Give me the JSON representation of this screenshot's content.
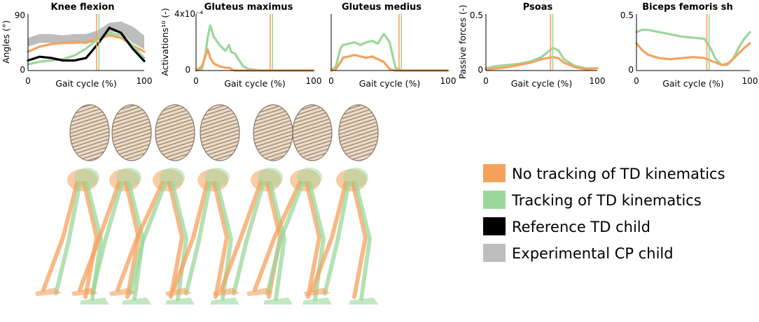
{
  "colors": {
    "no_tracking": "#F5A25D",
    "tracking": "#9BD79B",
    "reference": "#000000",
    "experimental": "#BDBDBD",
    "bone_outline": "#7A6A55"
  },
  "legend": [
    {
      "label": "No tracking of TD kinematics",
      "color": "#F5A25D"
    },
    {
      "label": "Tracking of TD kinematics",
      "color": "#9BD79B"
    },
    {
      "label": "Reference TD child",
      "color": "#000000"
    },
    {
      "label": "Experimental CP child",
      "color": "#BDBDBD"
    }
  ],
  "chart_data": [
    {
      "type": "line",
      "title": "Knee flexion",
      "xlabel": "Gait cycle (%)",
      "ylabel": "Angles (°)",
      "xlim": [
        0,
        100
      ],
      "ylim": [
        0,
        90
      ],
      "xticks": [
        "0",
        "100"
      ],
      "yticks": [
        "0",
        "90"
      ],
      "x": [
        0,
        10,
        20,
        30,
        40,
        50,
        60,
        70,
        80,
        90,
        100
      ],
      "series": [
        {
          "key": "no_tracking",
          "values": [
            30,
            38,
            42,
            44,
            46,
            44,
            50,
            56,
            52,
            40,
            30
          ]
        },
        {
          "key": "tracking",
          "values": [
            10,
            14,
            16,
            18,
            24,
            35,
            50,
            60,
            56,
            40,
            20
          ]
        },
        {
          "key": "reference",
          "values": [
            16,
            22,
            20,
            16,
            16,
            20,
            42,
            68,
            60,
            35,
            15
          ]
        }
      ],
      "band": {
        "key": "experimental",
        "upper": [
          52,
          58,
          58,
          56,
          58,
          58,
          64,
          76,
          78,
          70,
          56
        ],
        "lower": [
          38,
          44,
          44,
          42,
          42,
          44,
          52,
          62,
          60,
          44,
          34
        ]
      },
      "event_lines": {
        "no_tracking": 59,
        "tracking": 61
      }
    },
    {
      "type": "line",
      "title": "Gluteus maximus",
      "xlabel": "Gait cycle (%)",
      "ylabel": "Activations¹⁰ (-)",
      "y_multiplier": "4x10⁻⁴",
      "xlim": [
        0,
        100
      ],
      "ylim": [
        0,
        4
      ],
      "xticks": [
        "0",
        "100"
      ],
      "yticks": [
        "0",
        "4x10⁻⁴"
      ],
      "x": [
        0,
        5,
        8,
        10,
        12,
        15,
        20,
        25,
        28,
        30,
        33,
        36,
        40,
        45,
        55,
        100
      ],
      "series": [
        {
          "key": "tracking",
          "values": [
            0,
            0.1,
            1.2,
            2.4,
            3.2,
            2.4,
            1.8,
            1.4,
            1.8,
            1.3,
            1.2,
            0.8,
            0.3,
            0.1,
            0,
            0
          ]
        },
        {
          "key": "no_tracking",
          "values": [
            0,
            0.3,
            1.0,
            1.5,
            0.9,
            0.5,
            0.3,
            0.2,
            0.2,
            0.1,
            0,
            0,
            0,
            0,
            0,
            0
          ]
        }
      ],
      "event_lines": {
        "no_tracking": 63,
        "tracking": 65
      }
    },
    {
      "type": "line",
      "title": "Gluteus medius",
      "xlabel": "Gait cycle (%)",
      "ylabel": "",
      "xlim": [
        0,
        100
      ],
      "ylim": [
        0,
        4
      ],
      "xticks": [
        "0",
        "100"
      ],
      "yticks": [],
      "x": [
        0,
        4,
        8,
        10,
        15,
        20,
        25,
        30,
        35,
        40,
        45,
        50,
        55,
        60,
        100
      ],
      "series": [
        {
          "key": "tracking",
          "values": [
            0,
            0.3,
            1.6,
            1.8,
            1.9,
            2.0,
            1.8,
            2.0,
            2.1,
            1.9,
            2.6,
            2.0,
            0.2,
            0,
            0
          ]
        },
        {
          "key": "no_tracking",
          "values": [
            0,
            0.1,
            0.6,
            0.9,
            1.0,
            1.1,
            1.0,
            0.9,
            1.0,
            0.8,
            0.6,
            0.1,
            0,
            0,
            0
          ]
        }
      ],
      "event_lines": {
        "no_tracking": 58,
        "tracking": 60
      }
    },
    {
      "type": "line",
      "title": "Psoas",
      "xlabel": "Gait cycle (%)",
      "ylabel": "Passive forces (-)",
      "xlim": [
        0,
        100
      ],
      "ylim": [
        0,
        0.5
      ],
      "xticks": [
        "0",
        "100"
      ],
      "yticks": [
        "0",
        "0.5"
      ],
      "x": [
        0,
        10,
        20,
        30,
        40,
        50,
        55,
        60,
        65,
        70,
        80,
        90,
        100
      ],
      "series": [
        {
          "key": "tracking",
          "values": [
            0.02,
            0.04,
            0.05,
            0.06,
            0.08,
            0.12,
            0.16,
            0.2,
            0.18,
            0.1,
            0.04,
            0.02,
            0.02
          ]
        },
        {
          "key": "no_tracking",
          "values": [
            0.01,
            0.02,
            0.03,
            0.05,
            0.07,
            0.1,
            0.11,
            0.12,
            0.11,
            0.07,
            0.03,
            0.01,
            0.02
          ]
        }
      ],
      "event_lines": {
        "no_tracking": 58,
        "tracking": 60
      }
    },
    {
      "type": "line",
      "title": "Biceps femoris sh",
      "xlabel": "Gait cycle (%)",
      "ylabel": "",
      "xlim": [
        0,
        100
      ],
      "ylim": [
        0,
        0.5
      ],
      "xticks": [
        "0",
        "100"
      ],
      "yticks": [
        "0",
        "0.5"
      ],
      "x": [
        0,
        5,
        10,
        20,
        30,
        40,
        50,
        60,
        65,
        70,
        75,
        80,
        85,
        90,
        95,
        100
      ],
      "series": [
        {
          "key": "tracking",
          "values": [
            0.34,
            0.36,
            0.36,
            0.34,
            0.32,
            0.3,
            0.29,
            0.28,
            0.2,
            0.1,
            0.05,
            0.05,
            0.1,
            0.2,
            0.28,
            0.34
          ]
        },
        {
          "key": "no_tracking",
          "values": [
            0.24,
            0.18,
            0.14,
            0.11,
            0.1,
            0.11,
            0.12,
            0.11,
            0.09,
            0.07,
            0.05,
            0.06,
            0.1,
            0.15,
            0.2,
            0.24
          ]
        }
      ],
      "event_lines": {
        "no_tracking": 62,
        "tracking": 64
      }
    }
  ]
}
